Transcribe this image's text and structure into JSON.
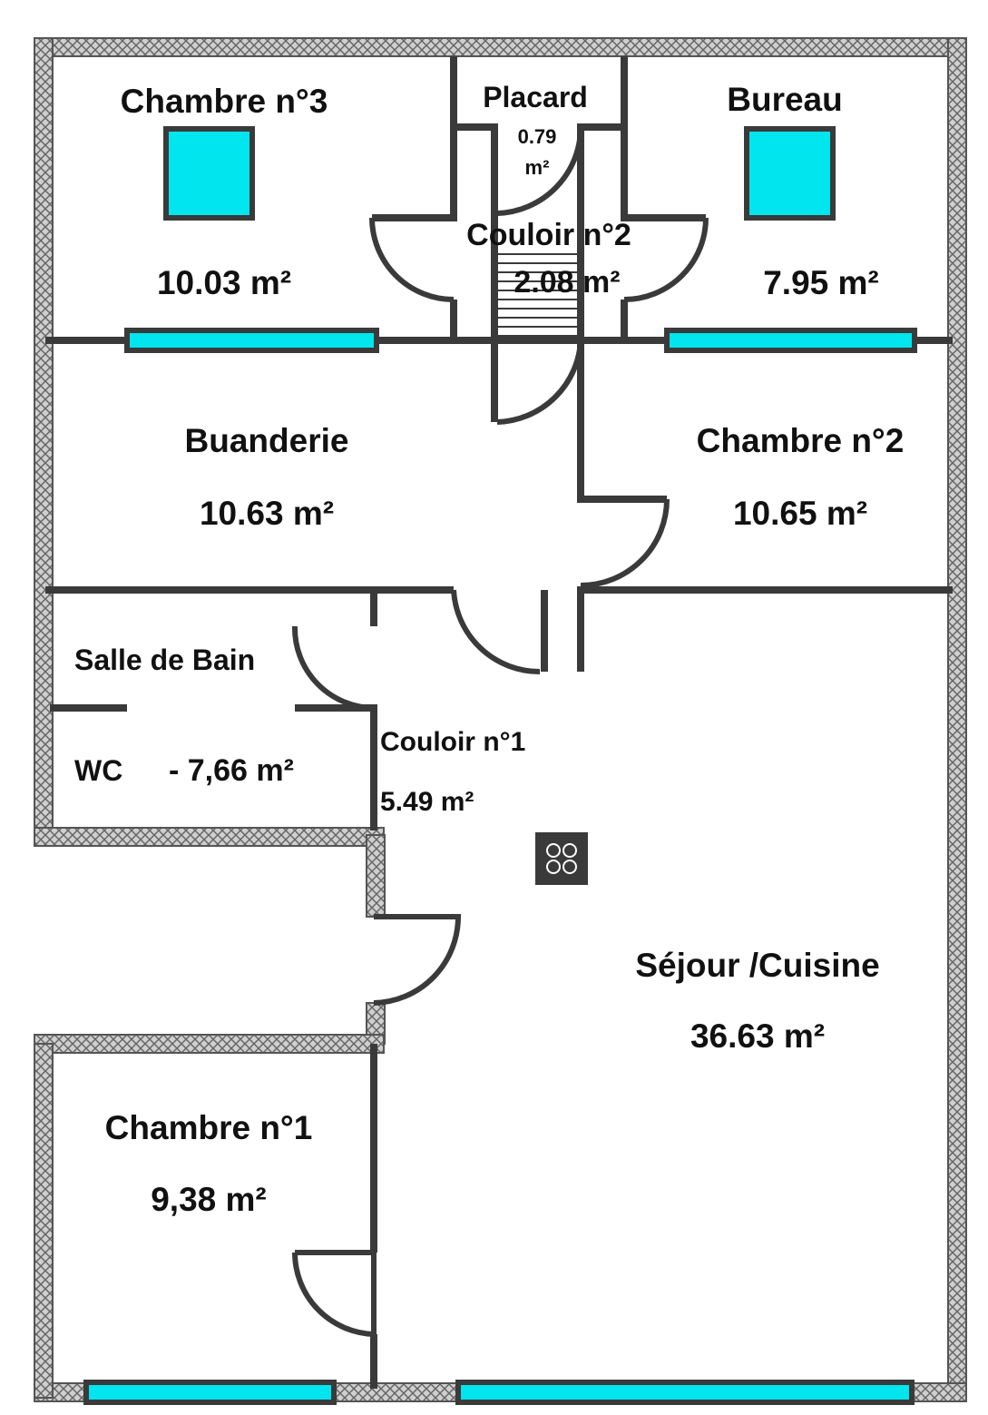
{
  "colors": {
    "window": "#00e5ee",
    "wall": "#3a3a3a"
  },
  "rooms": {
    "chambre3": {
      "name": "Chambre n°3",
      "area": "10.03 m²"
    },
    "placard": {
      "name": "Placard",
      "area_value": "0.79",
      "area_unit": "m²"
    },
    "bureau": {
      "name": "Bureau",
      "area": "7.95 m²"
    },
    "couloir2": {
      "name": "Couloir n°2",
      "area": "2.08 m²"
    },
    "buanderie": {
      "name": "Buanderie",
      "area": "10.63 m²"
    },
    "chambre2": {
      "name": "Chambre n°2",
      "area": "10.65 m²"
    },
    "salle_de_bain": {
      "name": "Salle de Bain"
    },
    "wc": {
      "name": "WC",
      "area": "- 7,66 m²"
    },
    "couloir1": {
      "name": "Couloir n°1",
      "area": "5.49 m²"
    },
    "sejour": {
      "name": "Séjour /Cuisine",
      "area": "36.63 m²"
    },
    "chambre1": {
      "name": "Chambre n°1",
      "area": "9,38 m²"
    }
  }
}
